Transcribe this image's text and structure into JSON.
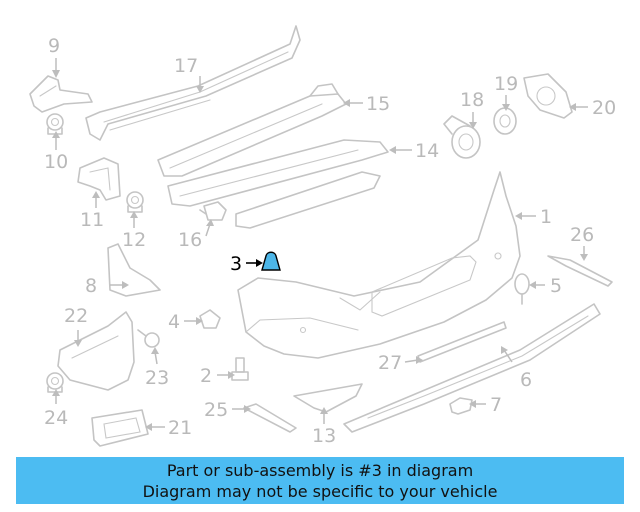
{
  "diagram": {
    "labels": {
      "p1": "1",
      "p2": "2",
      "p3": "3",
      "p4": "4",
      "p5": "5",
      "p6": "6",
      "p7": "7",
      "p8": "8",
      "p9": "9",
      "p10": "10",
      "p11": "11",
      "p12": "12",
      "p13": "13",
      "p14": "14",
      "p15": "15",
      "p16": "16",
      "p17": "17",
      "p18": "18",
      "p19": "19",
      "p20": "20",
      "p21": "21",
      "p22": "22",
      "p23": "23",
      "p24": "24",
      "p25": "25",
      "p26": "26",
      "p27": "27"
    },
    "highlighted_part": "3",
    "highlight_color": "#4cb6e8",
    "part_line_color": "#c4c4c4"
  },
  "banner": {
    "line1": "Part or sub-assembly is #3 in diagram",
    "line2": "Diagram may not be specific to your vehicle",
    "color": "#4cbcf2"
  }
}
